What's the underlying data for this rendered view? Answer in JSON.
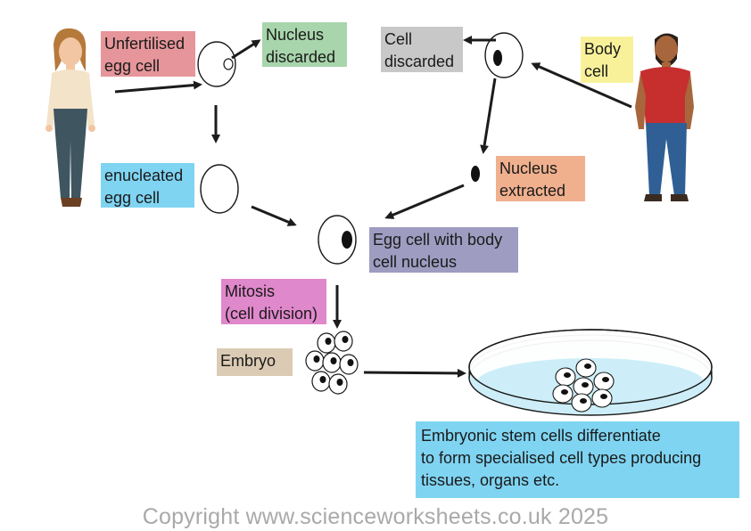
{
  "labels": {
    "unfertilised": [
      "Unfertilised",
      "egg cell"
    ],
    "nucleus_discarded": [
      "Nucleus",
      "discarded"
    ],
    "cell_discarded": [
      "Cell",
      "discarded"
    ],
    "body_cell": [
      "Body",
      "cell"
    ],
    "enucleated": [
      "enucleated",
      "egg cell"
    ],
    "nucleus_extracted": [
      "Nucleus",
      "extracted"
    ],
    "egg_with_nucleus": [
      "Egg cell with body",
      "cell nucleus"
    ],
    "mitosis": [
      "Mitosis",
      "(cell division)"
    ],
    "embryo": [
      "Embryo"
    ],
    "stem_cells": [
      "Embryonic stem cells differentiate",
      "to form specialised cell types producing",
      "tissues, organs etc."
    ]
  },
  "colors": {
    "unfertilised": "#e6969a",
    "nucleus_discarded": "#a8d5ab",
    "cell_discarded": "#c8c8c8",
    "body_cell": "#f8f19a",
    "enucleated": "#7fd4f2",
    "nucleus_extracted": "#f0b08e",
    "egg_with_nucleus": "#9e9cc0",
    "mitosis": "#e088cc",
    "embryo": "#dccbb4",
    "stem_cells": "#7fd4f2",
    "dish_liquid": "#cdeef8"
  },
  "footer": "Copyright www.scienceworksheets.co.uk 2025"
}
